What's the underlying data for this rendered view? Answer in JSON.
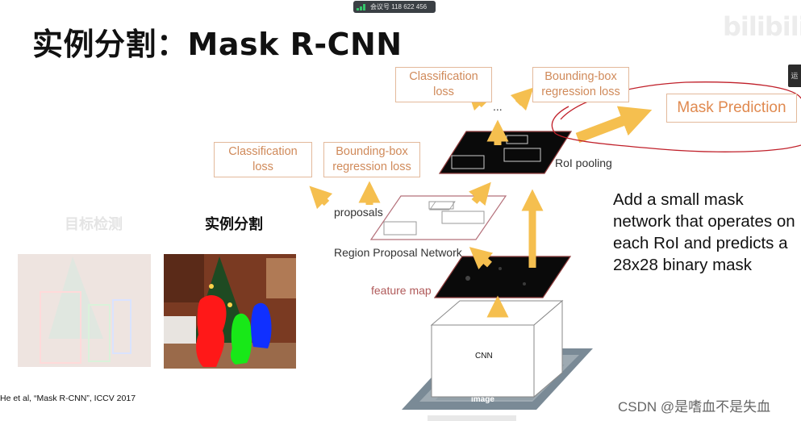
{
  "meeting": {
    "text": "会议号 118 622 456"
  },
  "slide": {
    "title": "实例分割：Mask R-CNN",
    "logo": "bilibili"
  },
  "side_handle": {
    "text": "运"
  },
  "diagram": {
    "top_class_loss": "Classification\nloss",
    "top_bbox_loss": "Bounding-box\nregression loss",
    "ellipsis": "...",
    "mask_prediction": "Mask Prediction",
    "roi_pooling": "RoI pooling",
    "left_class_loss": "Classification\nloss",
    "left_bbox_loss": "Bounding-box\nregression loss",
    "proposals": "proposals",
    "rpn": "Region Proposal Network",
    "feature_map": "feature map",
    "cnn": "CNN",
    "image": "image",
    "arrow_color": "#f5bf4f",
    "box_border": "#e3b99b",
    "box_text": "#d08a5a",
    "annotation_color": "#c0202a"
  },
  "description": "Add a small mask network that operates on each RoI and predicts a 28x28 binary mask",
  "examples": {
    "detection_label": "目标检测",
    "instance_label": "实例分割"
  },
  "citation": "He et al, “Mask R-CNN”, ICCV 2017",
  "watermark": "CSDN @是嗜血不是失血"
}
